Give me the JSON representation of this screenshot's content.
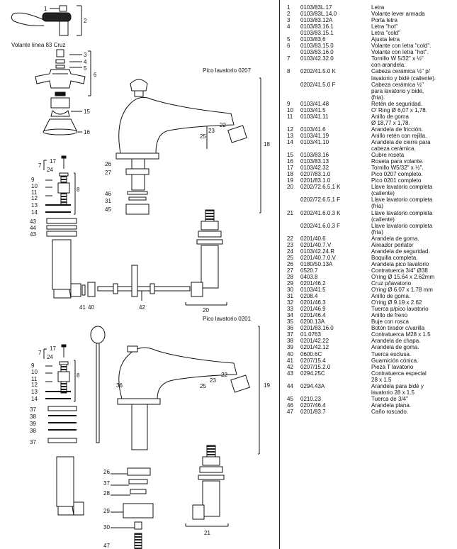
{
  "labels": {
    "volante_title": "Volante línea 83 Cruz",
    "pico_0207": "Pico lavatorio 0207",
    "pico_0201": "Pico lavatorio 0201"
  },
  "callouts": {
    "top": [
      "1",
      "2"
    ],
    "cruz": [
      "3",
      "4",
      "5",
      "6",
      "15",
      "16"
    ],
    "cart1": [
      "17",
      "7",
      "24",
      "8",
      "9",
      "10",
      "11",
      "12",
      "13",
      "14"
    ],
    "ring1": [
      "43",
      "44",
      "43"
    ],
    "pico1": [
      "22",
      "23",
      "25",
      "18",
      "26",
      "27",
      "46",
      "31",
      "45"
    ],
    "bottom1": [
      "41",
      "40",
      "42",
      "20"
    ],
    "cart2": [
      "17",
      "7",
      "24",
      "8",
      "9",
      "10",
      "11",
      "12",
      "13",
      "14"
    ],
    "ring2": [
      "37",
      "38",
      "39",
      "38",
      "37"
    ],
    "pico2": [
      "36",
      "22",
      "23",
      "25",
      "19",
      "26",
      "37",
      "28",
      "29",
      "30",
      "47",
      "21"
    ]
  },
  "parts": [
    {
      "n": "1",
      "code": "0103/83L.17",
      "desc": "Letra"
    },
    {
      "n": "2",
      "code": "0103/83L.14.0",
      "desc": "Volante lever armada"
    },
    {
      "n": "3",
      "code": "0103/83.12A",
      "desc": "Porta letra"
    },
    {
      "n": "4",
      "code": "0103/83.16.1",
      "desc": "Letra \"hot\""
    },
    {
      "n": "",
      "code": "0103/83.15.1",
      "desc": "Letra \"cold\""
    },
    {
      "n": "5",
      "code": "0103/83.6",
      "desc": "Ajusta letra"
    },
    {
      "n": "6",
      "code": "0103/83.15.0",
      "desc": "Volante con letra \"cold\"."
    },
    {
      "n": "",
      "code": "0103/83.16.0",
      "desc": "Volante con letra \"hot\"."
    },
    {
      "n": "7",
      "code": "0103/42.32.0",
      "desc": "Tornillo W 5/32\" x ½\"\ncon arandela."
    },
    {
      "n": "8",
      "code": "0202/41.5.0 K",
      "desc": "Cabeza cerámica ½\" p/\nlavatorio y bidé (caliente)."
    },
    {
      "n": "",
      "code": "0202/41.5.0 F",
      "desc": "Cabeza cerámica ½\"\npara lavatorio y bidé,\n(fría)."
    },
    {
      "n": "9",
      "code": "0103/41.48",
      "desc": "Retén de seguridad."
    },
    {
      "n": "10",
      "code": "0103/41.5",
      "desc": "O' Ring Ø 6,07 x 1,78."
    },
    {
      "n": "11",
      "code": "0103/41.11",
      "desc": "Anillo de goma\nØ 18,77 x 1,78."
    },
    {
      "n": "12",
      "code": "0103/41.6",
      "desc": "Arandela de fricción."
    },
    {
      "n": "13",
      "code": "0103/41.19",
      "desc": "Anillo retén con rejilla."
    },
    {
      "n": "14",
      "code": "0103/41.10",
      "desc": "Arandela de cierre para\ncabeza cerámica."
    },
    {
      "n": "15",
      "code": "0103/83.16",
      "desc": "Cubre roseta"
    },
    {
      "n": "16",
      "code": "0103/83.13",
      "desc": "Roseta para volante."
    },
    {
      "n": "17",
      "code": "0103/42.32",
      "desc": "Tornillo W5/32\" x ½\"."
    },
    {
      "n": "18",
      "code": "0207/83.1.0",
      "desc": "Pico 0207 completo."
    },
    {
      "n": "19",
      "code": "0201/83.1.0",
      "desc": "Pico 0201 completo"
    },
    {
      "n": "20",
      "code": "0202/72.6.5.1  K",
      "desc": "Llave lavatorio completa\n(caliente)"
    },
    {
      "n": "",
      "code": "0202/72.6.5.1  F",
      "desc": "Llave lavatorio completa\n(fría)"
    },
    {
      "n": "21",
      "code": "0202/41.6.0.3 K",
      "desc": "Llave lavatorio completa\n(caliente)"
    },
    {
      "n": "",
      "code": "0202/41.6.0.3 F",
      "desc": "Llave lavatorio completa\n(fría)"
    },
    {
      "n": "22",
      "code": "0201/40.6",
      "desc": "Arandela de goma."
    },
    {
      "n": "23",
      "code": "0201/40.7.V",
      "desc": "Aireador perlator"
    },
    {
      "n": "24",
      "code": "0103/42.24.R",
      "desc": "Arandela de seguridad."
    },
    {
      "n": "25",
      "code": "0201/40.7.0.V",
      "desc": "Boquilla completa."
    },
    {
      "n": "26",
      "code": "0180/50.13A",
      "desc": "Arandela pico lavatorio"
    },
    {
      "n": "27",
      "code": "0520.7",
      "desc": "Contratuerca 3/4\" Ø38"
    },
    {
      "n": "28",
      "code": "0403.8",
      "desc": "O'ring Ø 15.64 x 2.62mm"
    },
    {
      "n": "29",
      "code": "0201/46.2",
      "desc": "Cruz p/lavatorio"
    },
    {
      "n": "30",
      "code": "0103/41.5",
      "desc": "O'ring Ø 6.07 x 1.78 mm"
    },
    {
      "n": "31",
      "code": "0208.4",
      "desc": "Anillo de goma."
    },
    {
      "n": "32",
      "code": "0201/46.3",
      "desc": "O'ring Ø 9.19 x 2.62"
    },
    {
      "n": "33",
      "code": "0201/46.9",
      "desc": "Tuerca p/pico lavatorio"
    },
    {
      "n": "34",
      "code": "0201/46.4",
      "desc": "Anillo de freno"
    },
    {
      "n": "35",
      "code": "0200.13A",
      "desc": "Buje con rosca"
    },
    {
      "n": "36",
      "code": "0201/83.16.0",
      "desc": "Botón tirador c/varilla"
    },
    {
      "n": "37",
      "code": "01.0763",
      "desc": "Contratuerca M28 x 1.5"
    },
    {
      "n": "38",
      "code": "0201/42.22",
      "desc": "Arandela de chapa."
    },
    {
      "n": "39",
      "code": "0201/42.12",
      "desc": "Arandela de goma."
    },
    {
      "n": "40",
      "code": "0600.6C",
      "desc": "Tuerca esclusa."
    },
    {
      "n": "41",
      "code": "0207/15.4",
      "desc": "Guarnición cónica."
    },
    {
      "n": "42",
      "code": "0207/15.2.0",
      "desc": "Pieza T lavatorio"
    },
    {
      "n": "43",
      "code": "0294.25C",
      "desc": "Contratuerca especial\n28 x 1.5"
    },
    {
      "n": "44",
      "code": "0294.43A",
      "desc": "Arandela para bidé y\nlavatorio 28 x 1.5"
    },
    {
      "n": "45",
      "code": "0210.23",
      "desc": "Tuerca de 3/4\""
    },
    {
      "n": "46",
      "code": "0207/46.4",
      "desc": "Arandela plana."
    },
    {
      "n": "47",
      "code": "0201/83.7",
      "desc": "Caño roscado."
    }
  ]
}
